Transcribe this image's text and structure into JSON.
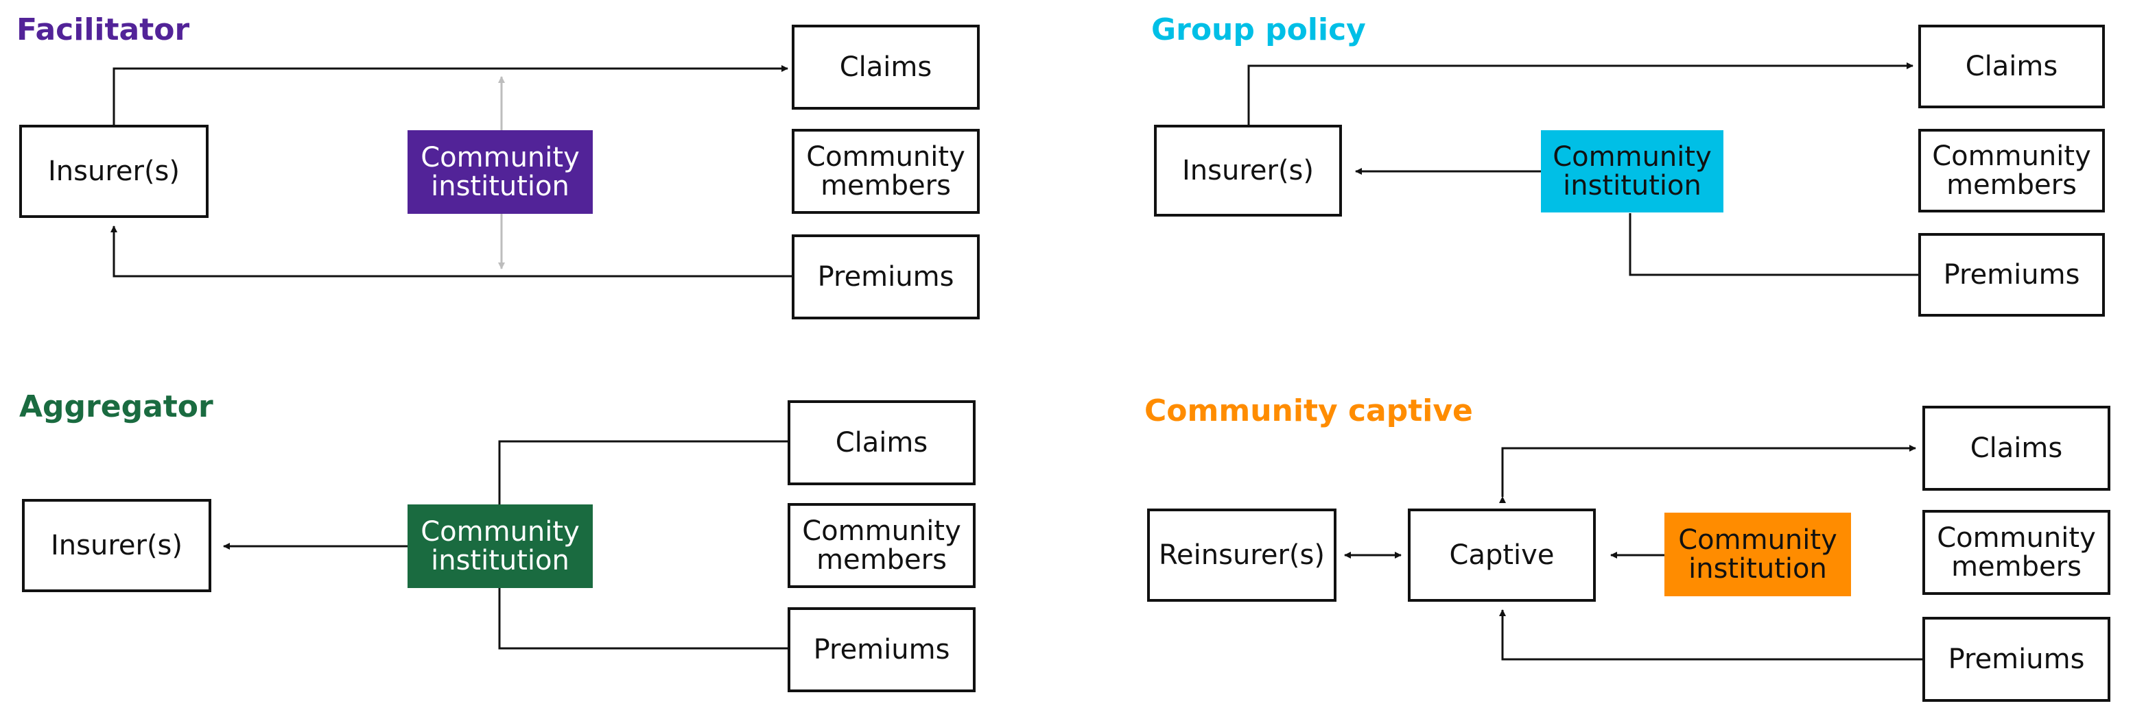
{
  "panels": {
    "facilitator": {
      "title": "Facilitator",
      "insurer": "Insurer(s)",
      "institution": "Community\ninstitution",
      "claims": "Claims",
      "members": "Community\nmembers",
      "premiums": "Premiums"
    },
    "group_policy": {
      "title": "Group policy",
      "insurer": "Insurer(s)",
      "institution": "Community\ninstitution",
      "claims": "Claims",
      "members": "Community\nmembers",
      "premiums": "Premiums"
    },
    "aggregator": {
      "title": "Aggregator",
      "insurer": "Insurer(s)",
      "institution": "Community\ninstitution",
      "claims": "Claims",
      "members": "Community\nmembers",
      "premiums": "Premiums"
    },
    "community_captive": {
      "title": "Community captive",
      "reinsurer": "Reinsurer(s)",
      "captive": "Captive",
      "institution": "Community\ninstitution",
      "claims": "Claims",
      "members": "Community\nmembers",
      "premiums": "Premiums"
    }
  },
  "colors": {
    "facilitator": "#522398",
    "group_policy": "#00bfe6",
    "aggregator": "#1a6b40",
    "community_captive": "#ff8c00",
    "line": "#111111",
    "faint_line": "#bdbdbd"
  }
}
